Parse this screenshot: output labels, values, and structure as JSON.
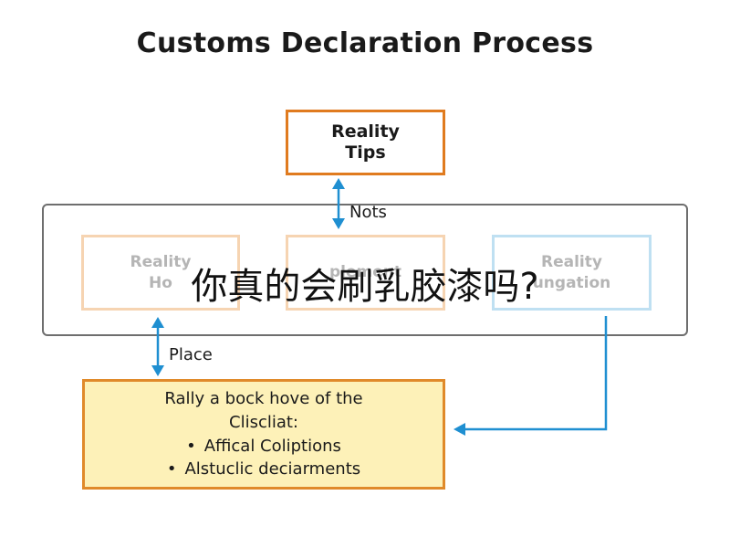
{
  "diagram": {
    "title": "Customs Declaration Process",
    "top_box": {
      "line1": "Reality",
      "line2": "Tips"
    },
    "middle_boxes": [
      {
        "line1": "Reality",
        "line2": "Ho"
      },
      {
        "line1": "",
        "line2": "plement"
      },
      {
        "line1": "Reality",
        "line2": "ungation"
      }
    ],
    "bottom_box": {
      "heading_line1": "Rally a bock hove of the",
      "heading_line2": "Cliscliat:",
      "bullets": [
        "Affical Coliptions",
        "Alstuclic deciarments"
      ]
    },
    "edge_labels": {
      "top_to_band": "Nots",
      "band_to_bottom": "Place"
    },
    "overlay_text": "你真的会刷乳胶漆吗?"
  },
  "colors": {
    "orange_border": "#e07b1f",
    "blue_arrow": "#1f8fd1",
    "bottom_fill": "#fdf1b8",
    "band_border": "#6e6e6e"
  }
}
